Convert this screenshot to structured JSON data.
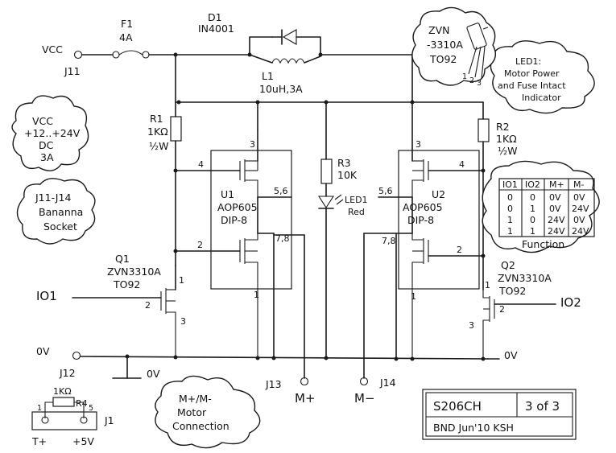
{
  "title_block": {
    "part": "S206CH",
    "sheet": "3 of 3",
    "revision": "BND Jun'10 KSH"
  },
  "nets": {
    "vcc": "VCC",
    "gnd": "0V",
    "gnd_right": "0V",
    "gnd_small": "0V"
  },
  "connectors": {
    "j11": "J11",
    "j12": "J12",
    "j13": "J13",
    "j14": "J14",
    "j1": "J1",
    "m_plus": "M+",
    "m_minus": "M−",
    "t_plus": "T+",
    "plus5v": "+5V"
  },
  "inputs": {
    "io1": "IO1",
    "io2": "IO2"
  },
  "components": {
    "f1": {
      "ref": "F1",
      "value": "4A"
    },
    "d1": {
      "ref": "D1",
      "value": "IN4001"
    },
    "l1": {
      "ref": "L1",
      "value": "10uH,3A"
    },
    "r1": {
      "ref": "R1",
      "value": "1KΩ",
      "rating": "½W"
    },
    "r2": {
      "ref": "R2",
      "value": "1KΩ",
      "rating": "½W"
    },
    "r3": {
      "ref": "R3",
      "value": "10K"
    },
    "r4": {
      "ref": "R4",
      "value": "1KΩ"
    },
    "led1": {
      "ref": "LED1",
      "color": "Red"
    },
    "u1": {
      "ref": "U1",
      "part": "AOP605",
      "package": "DIP-8"
    },
    "u2": {
      "ref": "U2",
      "part": "AOP605",
      "package": "DIP-8"
    },
    "q1": {
      "ref": "Q1",
      "part": "ZVN3310A",
      "package": "TO92"
    },
    "q2": {
      "ref": "Q2",
      "part": "ZVN3310A",
      "package": "TO92"
    }
  },
  "pins": {
    "u1_top": "3",
    "u1_gate": "4",
    "u1_56": "5,6",
    "u1_78": "7,8",
    "u1_gate2": "2",
    "u1_bot": "1",
    "u2_top": "3",
    "u2_gate": "4",
    "u2_56": "5,6",
    "u2_78": "7,8",
    "u2_gate2": "2",
    "u2_bot": "1",
    "q1_d": "1",
    "q1_g": "2",
    "q1_s": "3",
    "q2_d": "1",
    "q2_g": "2",
    "q2_s": "3",
    "j1_p1": "1",
    "j1_p5": "5"
  },
  "notes": {
    "supply": [
      "VCC",
      "+12..+24V",
      "DC",
      "3A"
    ],
    "banana": [
      "J11-J14",
      "Bananna",
      "Socket"
    ],
    "motor": [
      "M+/M-",
      "Motor",
      "Connection"
    ],
    "led_note": [
      "LED1:",
      "Motor Power",
      "and Fuse Intact",
      "Indicator"
    ],
    "zvn": [
      "ZVN",
      "-3310A",
      "TO92"
    ],
    "zvn_pins": [
      "1",
      "2",
      "3"
    ]
  },
  "function_table": {
    "caption": "Function",
    "headers": [
      "IO1",
      "IO2",
      "M+",
      "M-"
    ],
    "rows": [
      [
        "0",
        "0",
        "0V",
        "0V"
      ],
      [
        "0",
        "1",
        "0V",
        "24V"
      ],
      [
        "1",
        "0",
        "24V",
        "0V"
      ],
      [
        "1",
        "1",
        "24V",
        "24V"
      ]
    ]
  }
}
